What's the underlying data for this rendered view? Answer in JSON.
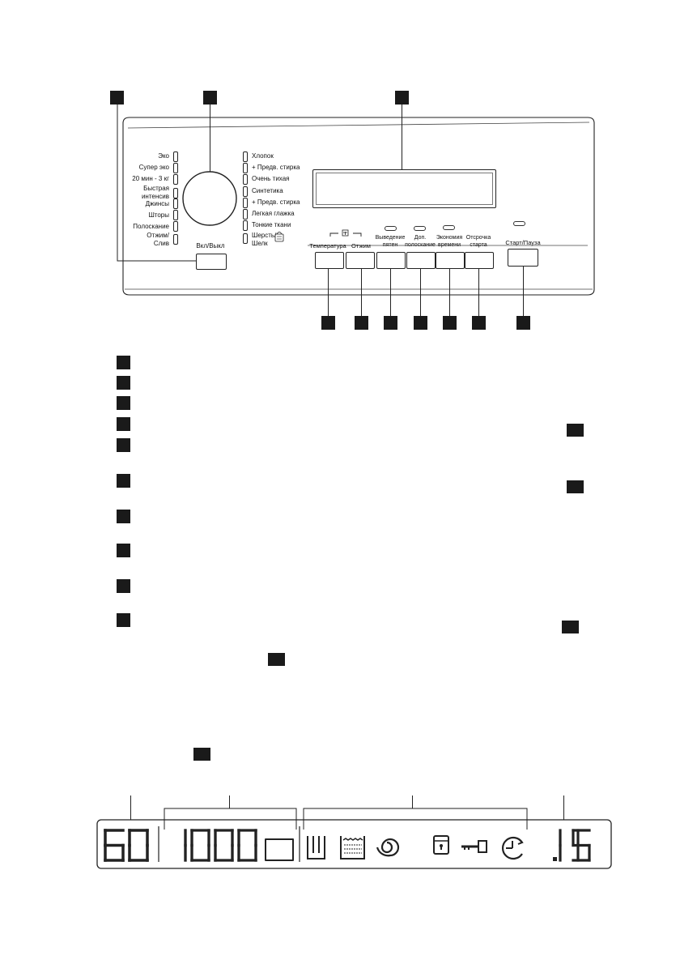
{
  "program_labels_left": [
    "Эко",
    "Супер эко",
    "20 мин - 3 кг",
    "Быстрая\nинтенсив",
    "Джинсы",
    "Шторы",
    "Полоскание",
    "Отжим/\nСлив"
  ],
  "program_labels_right": [
    "Хлопок",
    "+ Предв. стирка",
    "Очень тихая",
    "Синтетика",
    "+ Предв. стирка",
    "Легкая глажка",
    "Тонкие ткани",
    "Шерсть/\nШелк"
  ],
  "buttons": {
    "power": "Вкл/Выкл",
    "temperature": "Температура",
    "spin": "Отжим",
    "stain": "Выведение\nпятен",
    "extra_rinse": "Доп.\nполоскание",
    "time_save": "Экономия\nвремени",
    "delay": "Отсрочка\nстарта",
    "start_pause": "Старт/Пауза"
  },
  "display": {
    "temperature": "60",
    "spin_speed": "1000",
    "time": "1.15"
  }
}
